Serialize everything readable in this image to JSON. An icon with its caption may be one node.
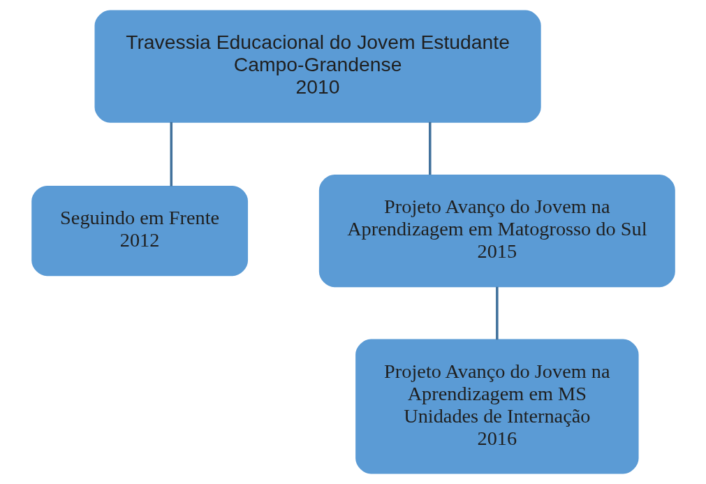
{
  "diagram": {
    "nodes": [
      {
        "text": [
          "Travessia Educacional do Jovem Estudante Campo-Grandense",
          "2010"
        ]
      },
      {
        "text": [
          "Seguindo em Frente",
          "2012"
        ]
      },
      {
        "text": [
          "Projeto Avanço do Jovem na Aprendizagem em Matogrosso do Sul",
          "2015"
        ]
      },
      {
        "text": [
          "Projeto Avanço do Jovem na Aprendizagem em MS",
          "Unidades de Internação",
          "2016"
        ]
      }
    ],
    "edges": [
      {
        "from": 0,
        "to": 1,
        "arrow": "none"
      },
      {
        "from": 0,
        "to": 2,
        "arrow": "none"
      },
      {
        "from": 2,
        "to": 3,
        "arrow": "none"
      }
    ]
  }
}
